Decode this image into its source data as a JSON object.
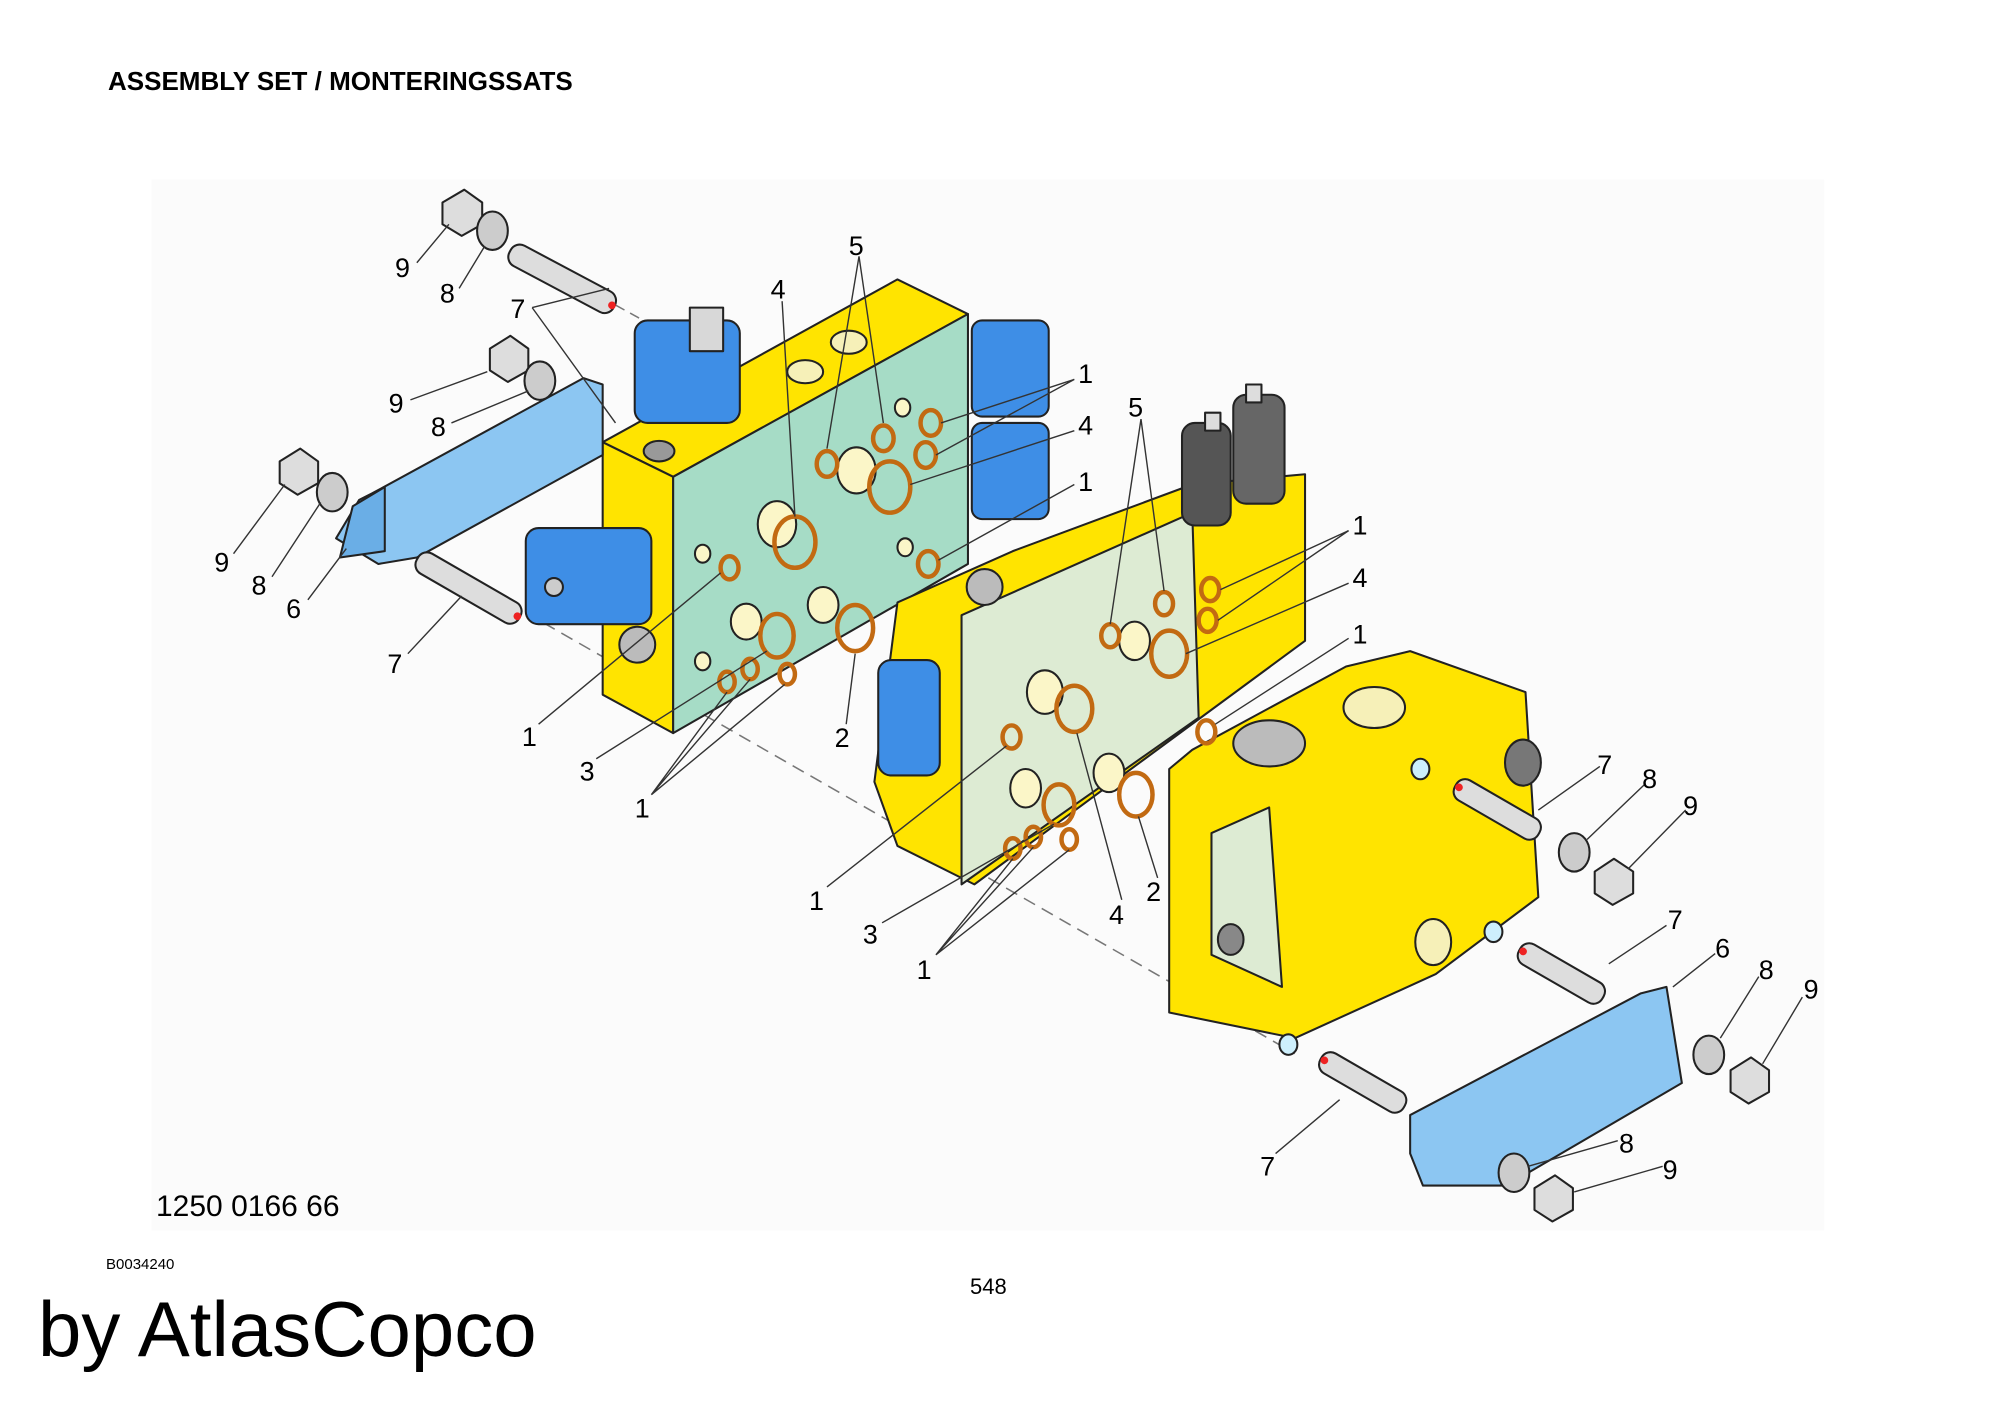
{
  "header": {
    "title": "ASSEMBLY SET / MONTERINGSSATS"
  },
  "footer": {
    "part_number": "1250 0166 66",
    "drawing_number": "B0034240",
    "page_number": "548",
    "brand": "by AtlasCopco"
  },
  "callouts": [
    "9",
    "8",
    "7",
    "4",
    "5",
    "9",
    "8",
    "1",
    "4",
    "1",
    "9",
    "8",
    "6",
    "7",
    "1",
    "3",
    "1",
    "2",
    "5",
    "1",
    "4",
    "1",
    "1",
    "3",
    "4",
    "2",
    "1",
    "7",
    "8",
    "9",
    "7",
    "6",
    "8",
    "9",
    "7",
    "8",
    "9"
  ],
  "colors": {
    "housing": "#FFE400",
    "face_green": "#A6DCC6",
    "face_pale": "#DDEBD3",
    "solenoid": "#3E8EE6",
    "bracket": "#8CC6F2",
    "oring": "#D97A1E"
  }
}
